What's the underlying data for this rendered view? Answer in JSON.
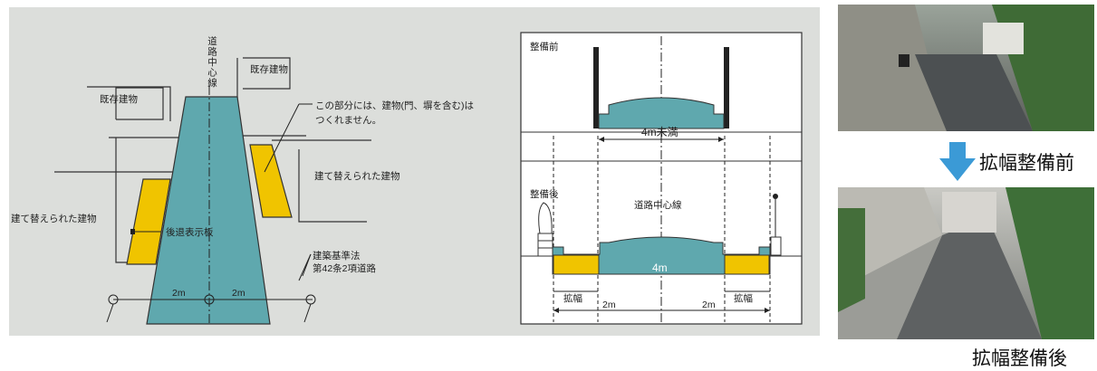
{
  "left_diagram": {
    "centerline_label": "道路中心線",
    "existing_building_left": "既存建物",
    "existing_building_right": "既存建物",
    "note": "この部分には、建物(門、塀を含む)は",
    "note_line2": "つくれません。",
    "rebuilt_building_left": "建て替えられた建物",
    "rebuilt_building_right": "建て替えられた建物",
    "setback_sign": "後退表示板",
    "law_line1": "建築基準法",
    "law_line2": "第42条2項道路",
    "dim_left": "2m",
    "dim_right": "2m"
  },
  "right_diagram": {
    "before_label": "整備前",
    "before_width": "4m未満",
    "after_label": "整備後",
    "centerline_label": "道路中心線",
    "after_width": "4m",
    "widen_left": "拡幅",
    "widen_right": "拡幅",
    "dim_left": "2m",
    "dim_right": "2m"
  },
  "photos": {
    "arrow_caption_before": "拡幅整備前",
    "caption_after": "拡幅整備後"
  },
  "colors": {
    "road": "#5fa8ae",
    "setback": "#f0c400",
    "panel": "#dcdedb"
  }
}
